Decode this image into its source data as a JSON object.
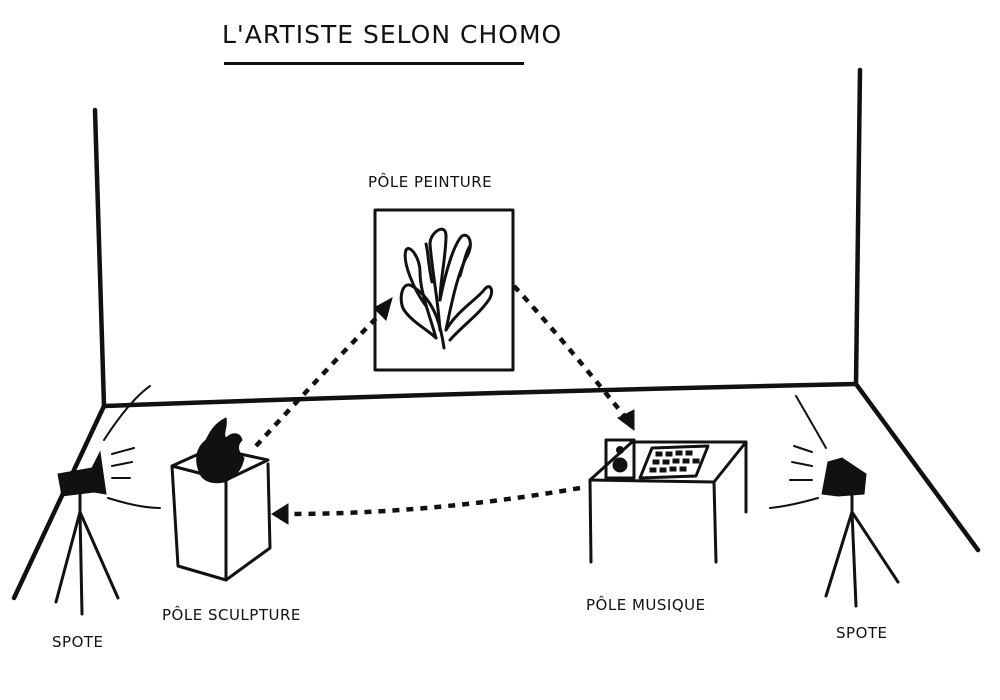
{
  "title": "L'ARTISTE SELON CHOMO",
  "labels": {
    "painting": "PÔLE PEINTURE",
    "sculpture": "PÔLE SCULPTURE",
    "music": "PÔLE MUSIQUE",
    "spot_left": "SPOTE",
    "spot_right": "SPOTE"
  },
  "icons": {
    "left_spot": "spotlight-on-tripod-icon",
    "right_spot": "spotlight-on-tripod-icon",
    "sculpture": "black-sculpture-icon",
    "painting": "abstract-branch-painting-icon",
    "speaker": "speaker-icon",
    "mixer": "music-controller-icon"
  },
  "colors": {
    "ink": "#111111",
    "paper": "#ffffff"
  }
}
